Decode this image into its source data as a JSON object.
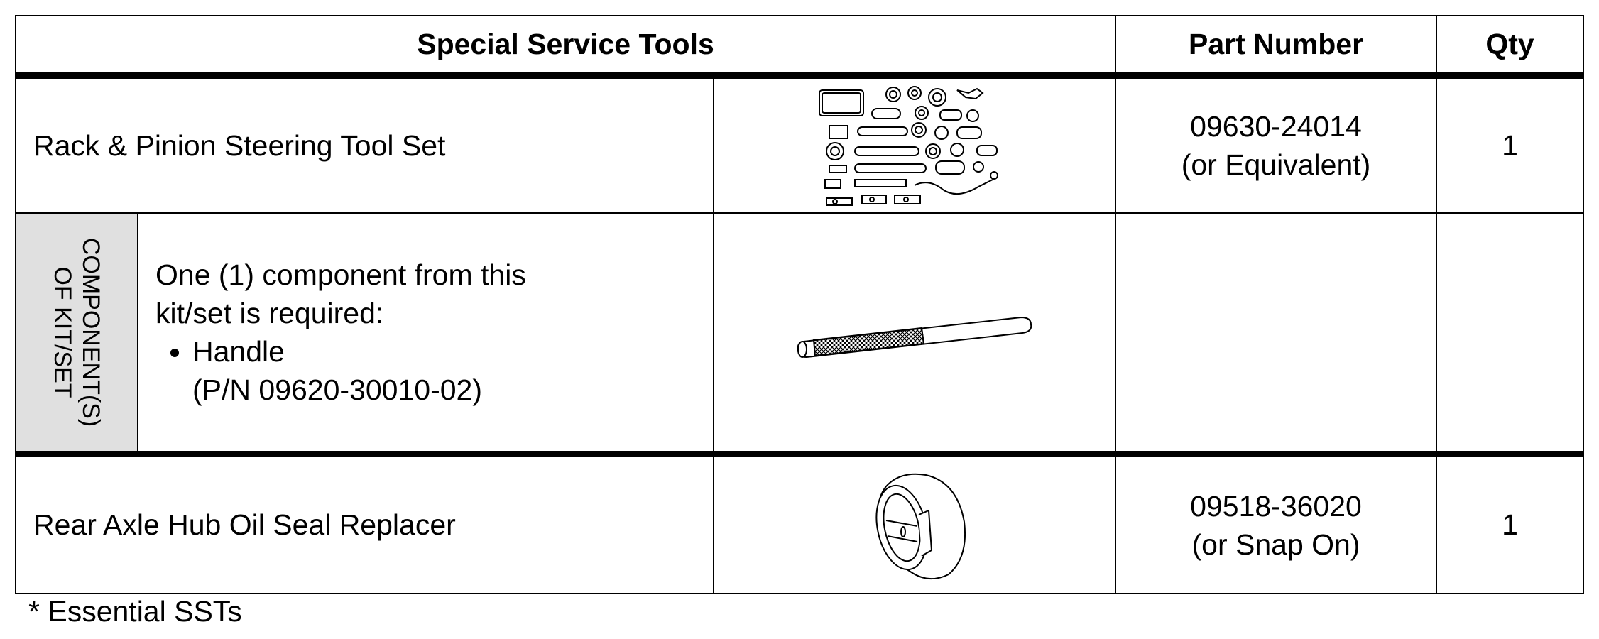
{
  "table": {
    "headers": {
      "tools": "Special Service Tools",
      "part_number": "Part Number",
      "qty": "Qty"
    },
    "rows": [
      {
        "name": "Rack & Pinion Steering Tool Set",
        "image_icon": "steering-tool-set-icon",
        "part_number_line1": "09630-24014",
        "part_number_line2": "(or Equivalent)",
        "qty": "1"
      },
      {
        "component_label_line1": "COMPONENT(S)",
        "component_label_line2": "OF KIT/SET",
        "description_line1": "One (1) component from this",
        "description_line2": "kit/set is required:",
        "bullet_item": "Handle",
        "bullet_sub": "(P/N 09620-30010-02)",
        "image_icon": "handle-icon",
        "part_number": "",
        "qty": ""
      },
      {
        "name": "Rear Axle Hub Oil Seal Replacer",
        "image_icon": "oil-seal-replacer-icon",
        "part_number_line1": "09518-36020",
        "part_number_line2": "(or Snap On)",
        "qty": "1"
      }
    ]
  },
  "footnote": "* Essential SSTs"
}
